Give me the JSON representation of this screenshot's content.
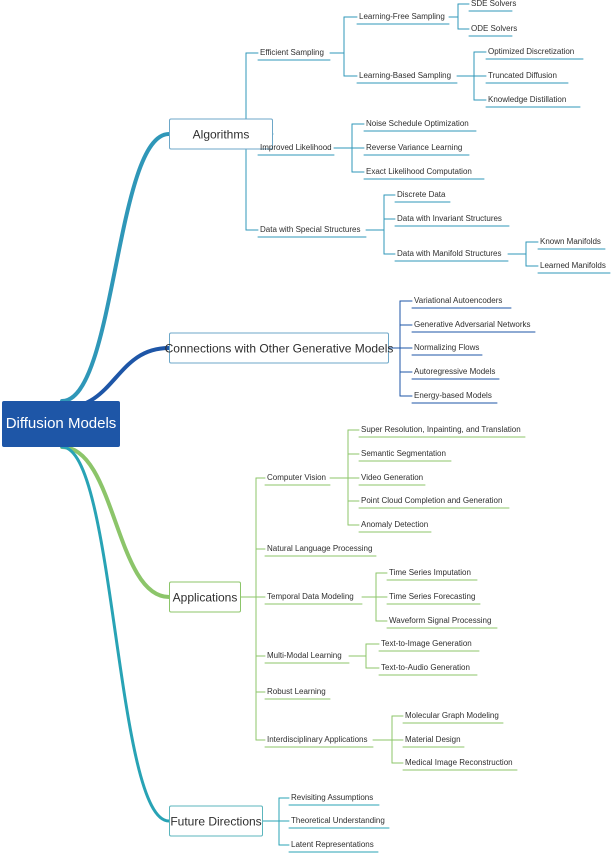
{
  "root": {
    "label": "Diffusion Models"
  },
  "branches": {
    "algorithms": {
      "label": "Algorithms"
    },
    "connections": {
      "label": "Connections with Other Generative Models"
    },
    "applications": {
      "label": "Applications"
    },
    "future": {
      "label": "Future Directions"
    }
  },
  "algorithms": {
    "efficient_sampling": "Efficient Sampling",
    "learning_free": "Learning-Free Sampling",
    "sde_solvers": "SDE Solvers",
    "ode_solvers": "ODE Solvers",
    "learning_based": "Learning-Based Sampling",
    "optimized_discretization": "Optimized Discretization",
    "truncated_diffusion": "Truncated Diffusion",
    "knowledge_distillation": "Knowledge Distillation",
    "improved_likelihood": "Improved Likelihood",
    "noise_schedule": "Noise Schedule Optimization",
    "reverse_variance": "Reverse Variance Learning",
    "exact_likelihood": "Exact Likelihood Computation",
    "special_structures": "Data with Special Structures",
    "discrete_data": "Discrete Data",
    "invariant_structures": "Data with Invariant Structures",
    "manifold_structures": "Data with Manifold Structures",
    "known_manifolds": "Known Manifolds",
    "learned_manifolds": "Learned Manifolds"
  },
  "connections": {
    "vae": "Variational Autoencoders",
    "gan": "Generative Adversarial Networks",
    "flows": "Normalizing Flows",
    "autoregressive": "Autoregressive Models",
    "energy": "Energy-based Models"
  },
  "applications": {
    "computer_vision": "Computer Vision",
    "super_resolution": "Super Resolution, Inpainting, and Translation",
    "segmentation": "Semantic Segmentation",
    "video": "Video Generation",
    "point_cloud": "Point Cloud Completion and Generation",
    "anomaly": "Anomaly Detection",
    "nlp": "Natural Language Processing",
    "temporal": "Temporal Data Modeling",
    "ts_imputation": "Time Series Imputation",
    "ts_forecasting": "Time Series Forecasting",
    "waveform": "Waveform Signal Processing",
    "multimodal": "Multi-Modal Learning",
    "text_to_image": "Text-to-Image Generation",
    "text_to_audio": "Text-to-Audio Generation",
    "robust": "Robust Learning",
    "interdisciplinary": "Interdisciplinary Applications",
    "molecular": "Molecular Graph Modeling",
    "material": "Material Design",
    "medical": "Medical Image Reconstruction"
  },
  "future": {
    "revisiting": "Revisiting Assumptions",
    "theoretical": "Theoretical Understanding",
    "latent": "Latent Representations"
  },
  "colors": {
    "root": "#1e56a7",
    "algorithms": "#2f97b8",
    "connections": "#1e56a7",
    "applications": "#8cc56a",
    "future": "#28a3b5"
  }
}
